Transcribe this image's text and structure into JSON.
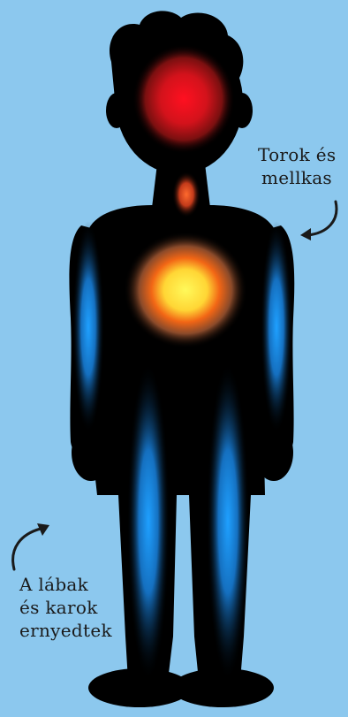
{
  "colors": {
    "background": "#8cc8ee",
    "silhouette": "#000000",
    "head_glow": "#e0121b",
    "throat_glow": "#e55a2a",
    "chest_glow_core": "#fff24a",
    "chest_glow_outer": "#f05b12",
    "limb_glow": "#1a8ee0"
  },
  "annotations": {
    "throat_chest": {
      "line1": "Torok és",
      "line2": "mellkas"
    },
    "limbs": {
      "line1": "A lábak",
      "line2": "és karok",
      "line3": "ernyedtek"
    }
  },
  "icons": [
    "curved-arrow-icon",
    "human-silhouette-icon"
  ]
}
